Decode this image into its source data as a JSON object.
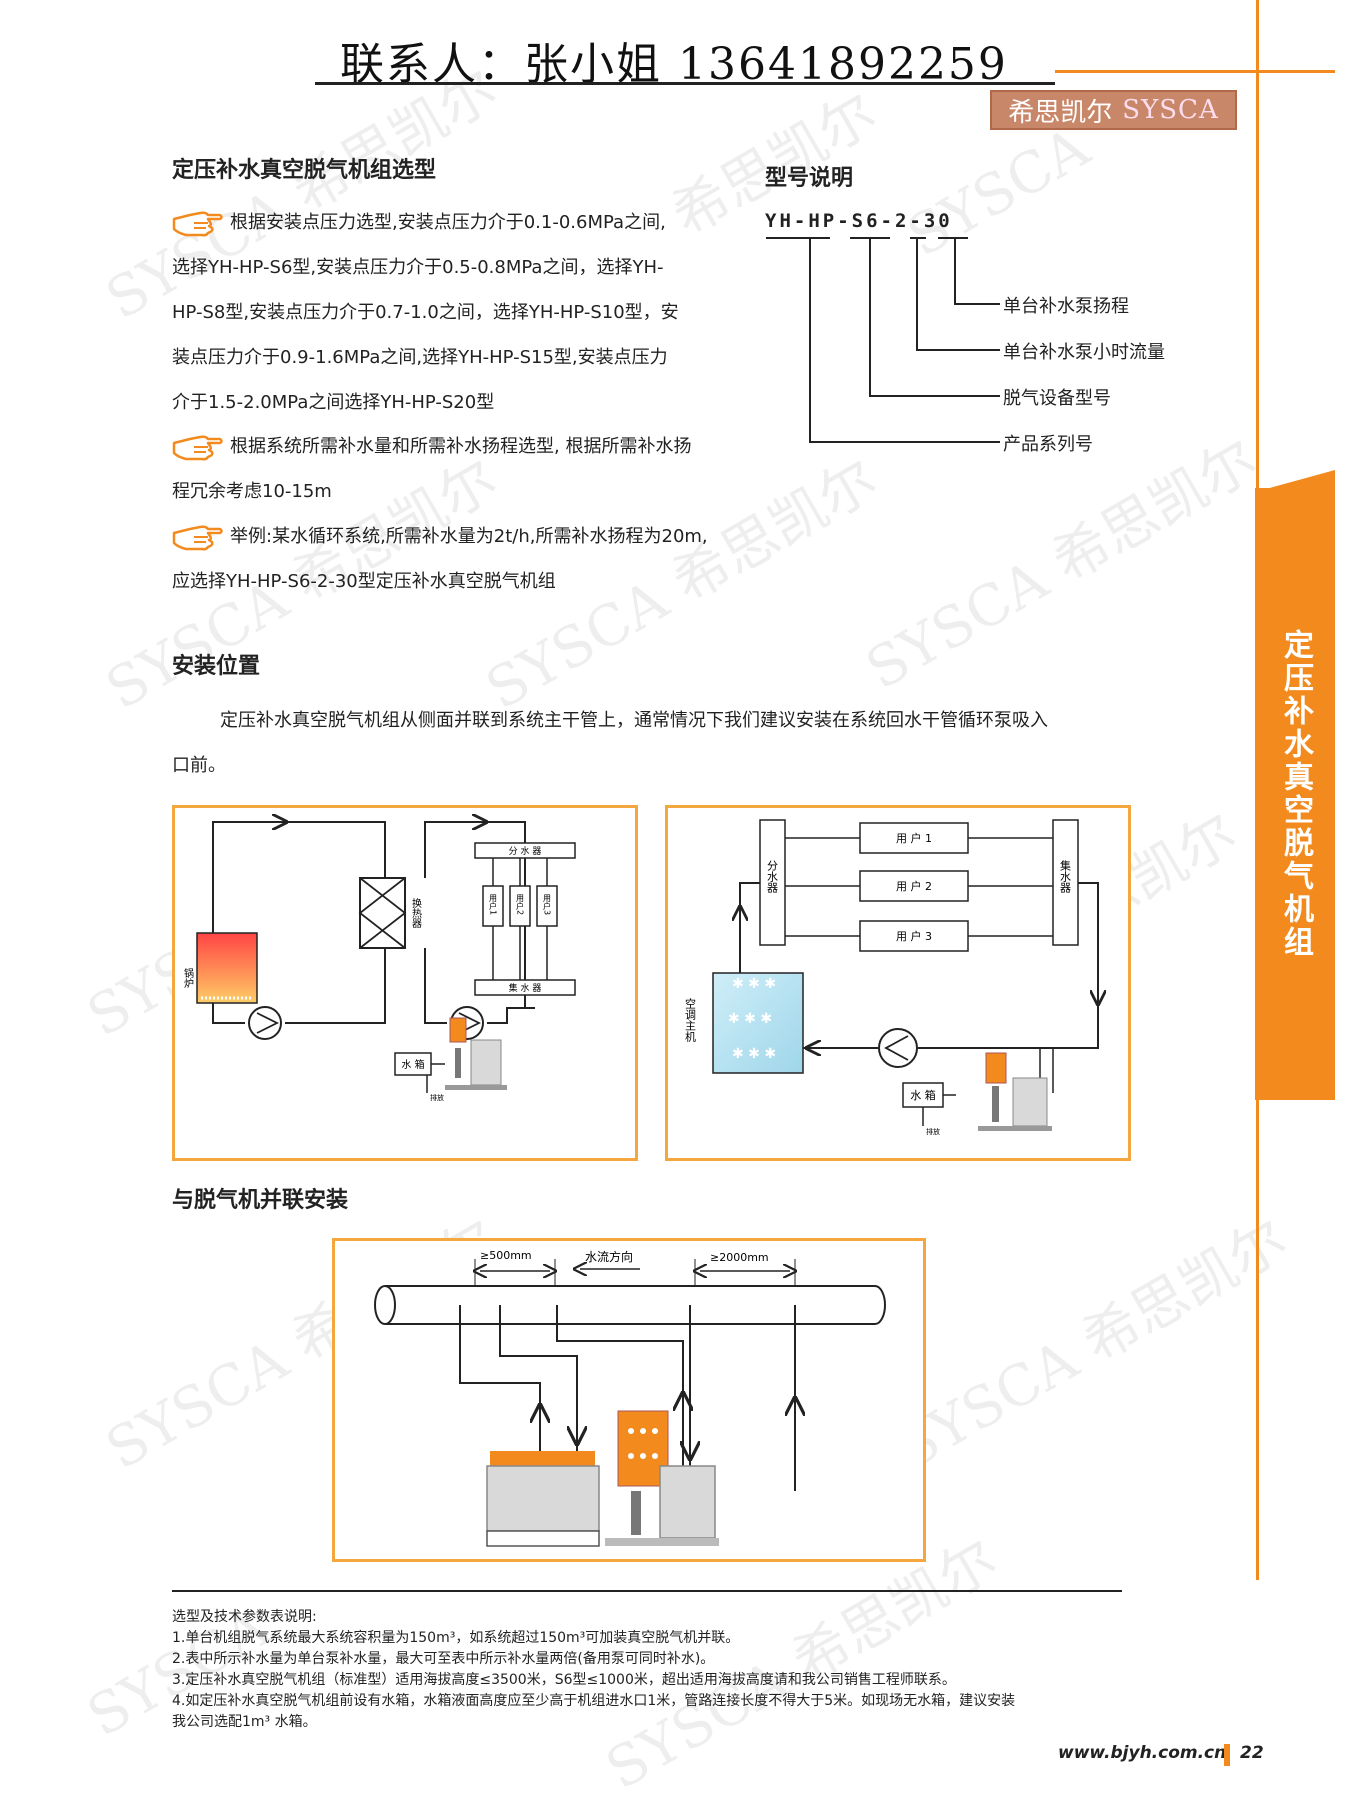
{
  "header": {
    "contact": "联系人：张小姐 13641892259",
    "logo_cn": "希思凯尔",
    "logo_en": "SYSCA"
  },
  "side_tab": "定压补水真空脱气机组",
  "selection": {
    "title": "定压补水真空脱气机组选型",
    "para1_lines": [
      "根据安装点压力选型,安装点压力介于0.1-0.6MPa之间,",
      "选择YH-HP-S6型,安装点压力介于0.5-0.8MPa之间，选择YH-",
      "HP-S8型,安装点压力介于0.7-1.0之间，选择YH-HP-S10型，安",
      "装点压力介于0.9-1.6MPa之间,选择YH-HP-S15型,安装点压力",
      "介于1.5-2.0MPa之间选择YH-HP-S20型"
    ],
    "para2_lines": [
      "根据系统所需补水量和所需补水扬程选型, 根据所需补水扬",
      "程冗余考虑10-15m"
    ],
    "para3_lines": [
      "举例:某水循环系统,所需补水量为2t/h,所需补水扬程为20m,",
      "应选择YH-HP-S6-2-30型定压补水真空脱气机组"
    ]
  },
  "model": {
    "title": "型号说明",
    "code": "YH-HP-S6-2-30",
    "legend": [
      "单台补水泵扬程",
      "单台补水泵小时流量",
      "脱气设备型号",
      "产品系列号"
    ]
  },
  "install": {
    "title": "安装位置",
    "text_line1": "定压补水真空脱气机组从侧面并联到系统主干管上，通常情况下我们建议安装在系统回水干管循环泵吸入",
    "text_line2": "口前。"
  },
  "diagram1": {
    "distributor": "分 水 器",
    "collector": "集 水 器",
    "users": [
      "用户1",
      "用户2",
      "用户3"
    ],
    "exchanger": "换热器",
    "boiler": "锅炉",
    "tank": "水 箱",
    "drain": "排放"
  },
  "diagram2": {
    "users": [
      "用 户  1",
      "用 户  2",
      "用 户  3"
    ],
    "distributor": "分水器",
    "collector": "集水器",
    "chiller": "空调主机",
    "tank": "水 箱",
    "drain": "排放"
  },
  "parallel": {
    "title": "与脱气机并联安装",
    "dim1": "≥500mm",
    "flow": "水流方向",
    "dim2": "≥2000mm"
  },
  "notes": {
    "title": "选型及技术参数表说明:",
    "lines": [
      "1.单台机组脱气系统最大系统容积量为150m³，如系统超过150m³可加装真空脱气机并联。",
      "2.表中所示补水量为单台泵补水量，最大可至表中所示补水量两倍(备用泵可同时补水)。",
      "3.定压补水真空脱气机组（标准型）适用海拔高度≤3500米，S6型≤1000米，超出适用海拔高度请和我公司销售工程师联系。",
      "4.如定压补水真空脱气机组前设有水箱，水箱液面高度应至少高于机组进水口1米，管路连接长度不得大于5米。如现场无水箱，建议安装",
      "我公司选配1m³ 水箱。"
    ]
  },
  "footer": {
    "url": "www.bjyh.com.cn",
    "page": "22"
  },
  "colors": {
    "accent": "#f28a1e",
    "box_border": "#f5a73f"
  }
}
